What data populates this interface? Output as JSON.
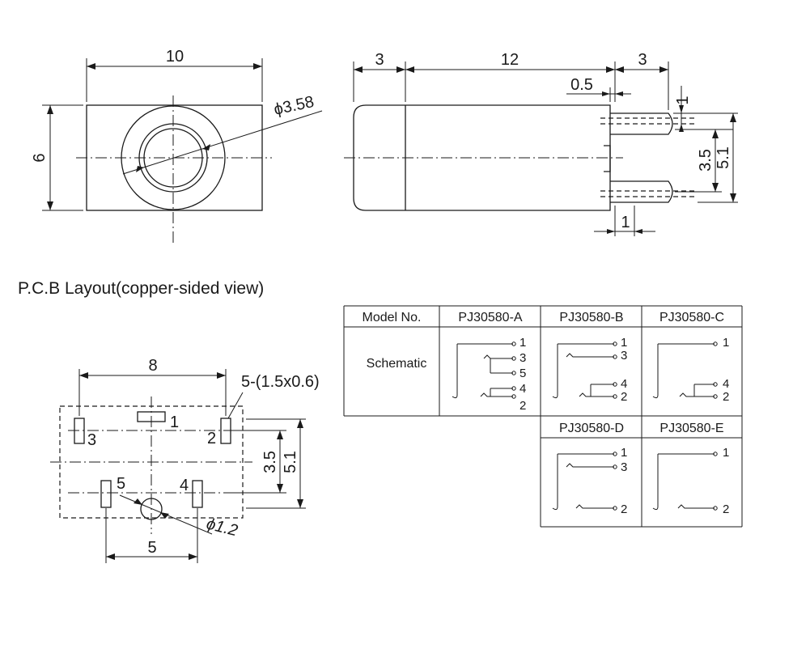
{
  "front_view": {
    "width_dim": "10",
    "height_dim": "6",
    "diameter_dim": "ϕ3.58"
  },
  "side_view": {
    "dim_left": "3",
    "dim_body": "12",
    "dim_right": "3",
    "dim_offset": "0.5",
    "dim_pin_thickness": "1",
    "dim_pin_width": "1",
    "dim_pitch": "3.5",
    "dim_span": "5.1"
  },
  "pcb": {
    "title": "P.C.B Layout(copper-sided view)",
    "dim_width": "8",
    "pad_note": "5-(1.5x0.6)",
    "dim_pitch": "3.5",
    "dim_span": "5.1",
    "dim_bottom": "5",
    "hole_dim": "ϕ1.2",
    "pin_labels": [
      "1",
      "2",
      "3",
      "4",
      "5"
    ]
  },
  "table": {
    "header_label": "Model No.",
    "row_label": "Schematic",
    "models": [
      "PJ30580-A",
      "PJ30580-B",
      "PJ30580-C",
      "PJ30580-D",
      "PJ30580-E"
    ],
    "schematic_pins": {
      "A": [
        "1",
        "3",
        "5",
        "4",
        "2"
      ],
      "B": [
        "1",
        "3",
        "4",
        "2"
      ],
      "C": [
        "1",
        "4",
        "2"
      ],
      "D": [
        "1",
        "3",
        "2"
      ],
      "E": [
        "1",
        "2"
      ]
    }
  }
}
